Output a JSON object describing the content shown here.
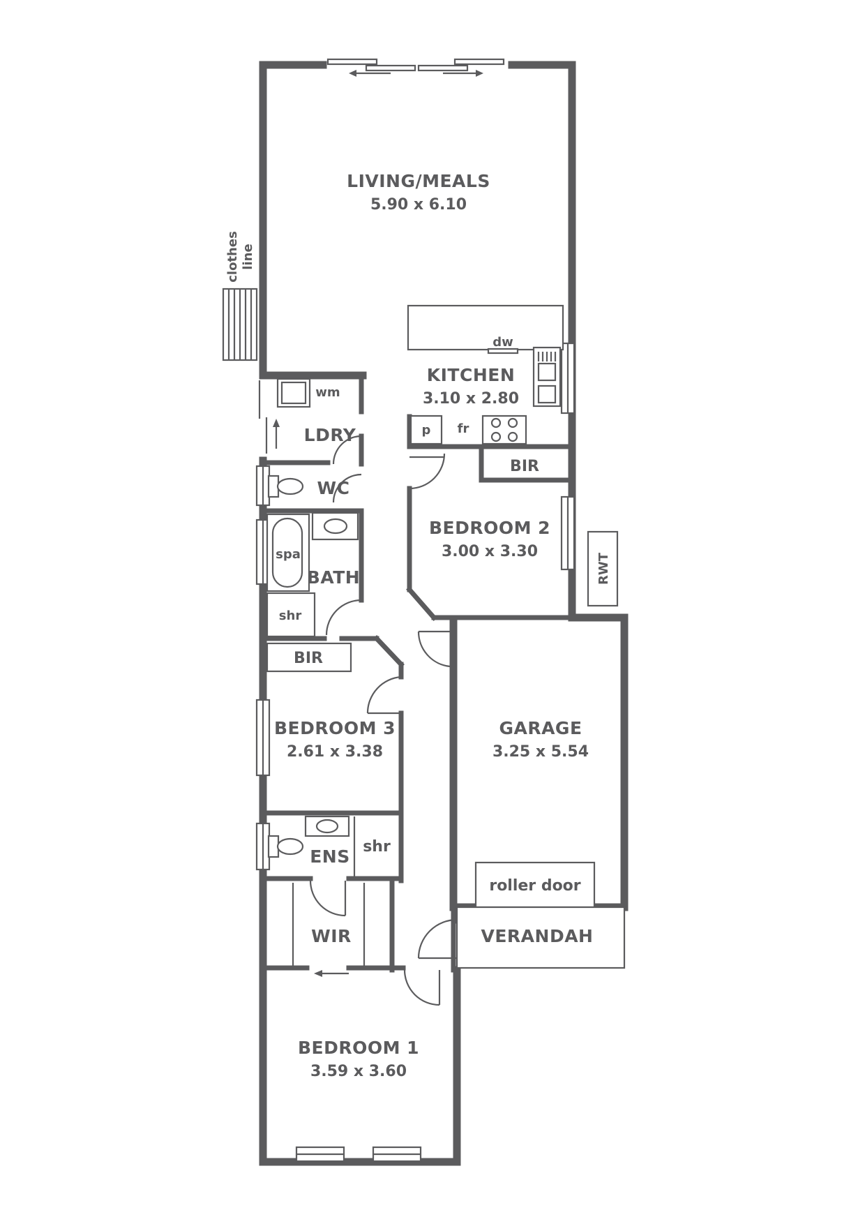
{
  "rooms": {
    "living": {
      "name": "LIVING/MEALS",
      "dims": "5.90 x 6.10"
    },
    "kitchen": {
      "name": "KITCHEN",
      "dims": "3.10 x 2.80"
    },
    "laundry": {
      "name": "LDRY"
    },
    "wc": {
      "name": "WC"
    },
    "bath": {
      "name": "BATH"
    },
    "bedroom2": {
      "name": "BEDROOM 2",
      "dims": "3.00 x 3.30"
    },
    "bedroom3": {
      "name": "BEDROOM 3",
      "dims": "2.61 x 3.38"
    },
    "garage": {
      "name": "GARAGE",
      "dims": "3.25 x 5.54"
    },
    "ensuite": {
      "name": "ENS"
    },
    "wir": {
      "name": "WIR"
    },
    "verandah": {
      "name": "VERANDAH"
    },
    "bedroom1": {
      "name": "BEDROOM 1",
      "dims": "3.59 x 3.60"
    }
  },
  "fixtures": {
    "dishwasher": "dw",
    "washing_machine": "wm",
    "pantry": "p",
    "fridge": "fr",
    "bir_bedroom2": "BIR",
    "bir_bedroom3": "BIR",
    "spa": "spa",
    "shower_bath": "shr",
    "shower_ensuite": "shr",
    "rainwater_tank": "RWT",
    "roller_door": "roller door",
    "clothes_line": [
      "clothes",
      "line"
    ]
  },
  "colors": {
    "wall": "#5b5b5d",
    "background": "#ffffff"
  }
}
